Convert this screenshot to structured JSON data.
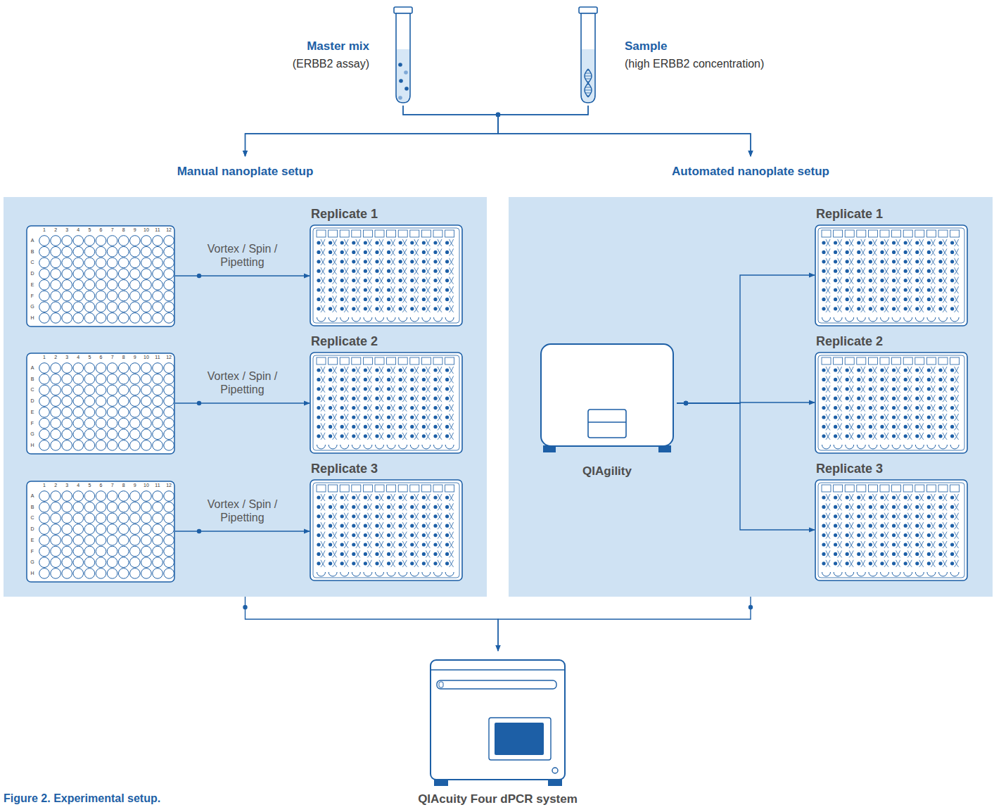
{
  "diagram": {
    "caption": "Figure 2. Experimental setup.",
    "nodes": [
      {
        "text": [
          "Master mix",
          "(ERBB2 assay)"
        ]
      },
      {
        "text": [
          "Sample",
          "(high ERBB2 concentration)"
        ]
      },
      {
        "text": [
          "Manual nanoplate setup"
        ]
      },
      {
        "text": [
          "1",
          "2",
          "3",
          "4",
          "5",
          "6",
          "7",
          "8",
          "9",
          "10",
          "11",
          "12",
          "A",
          "B",
          "C",
          "D",
          "E",
          "F",
          "G",
          "H"
        ],
        "in": 2
      },
      {
        "text": [
          "Replicate 1"
        ],
        "in": 2
      },
      {
        "text": [
          "1",
          "2",
          "3",
          "4",
          "5",
          "6",
          "7",
          "8",
          "9",
          "10",
          "11",
          "12",
          "A",
          "B",
          "C",
          "D",
          "E",
          "F",
          "G",
          "H"
        ],
        "in": 2
      },
      {
        "text": [
          "Replicate 2"
        ],
        "in": 2
      },
      {
        "text": [
          "1",
          "2",
          "3",
          "4",
          "5",
          "6",
          "7",
          "8",
          "9",
          "10",
          "11",
          "12",
          "A",
          "B",
          "C",
          "D",
          "E",
          "F",
          "G",
          "H"
        ],
        "in": 2
      },
      {
        "text": [
          "Replicate 3"
        ],
        "in": 2
      },
      {
        "text": [
          "Automated nanoplate setup"
        ]
      },
      {
        "text": [
          "QIAgility"
        ],
        "in": 9
      },
      {
        "text": [
          "Replicate 1"
        ],
        "in": 9
      },
      {
        "text": [
          "Replicate 2"
        ],
        "in": 9
      },
      {
        "text": [
          "Replicate 3"
        ],
        "in": 9
      },
      {
        "text": [
          "QIAcuity Four dPCR system"
        ]
      }
    ],
    "edges": [
      {
        "from": 0,
        "to": 2,
        "arrow": "to"
      },
      {
        "from": 0,
        "to": 9,
        "arrow": "to"
      },
      {
        "from": 1,
        "to": 2,
        "arrow": "to"
      },
      {
        "from": 1,
        "to": 9,
        "arrow": "to"
      },
      {
        "from": 3,
        "to": 4,
        "label": "Vortex / Spin / Pipetting",
        "arrow": "to"
      },
      {
        "from": 5,
        "to": 6,
        "label": "Vortex / Spin / Pipetting",
        "arrow": "to"
      },
      {
        "from": 7,
        "to": 8,
        "label": "Vortex / Spin / Pipetting",
        "arrow": "to"
      },
      {
        "from": 10,
        "to": 11,
        "arrow": "to"
      },
      {
        "from": 10,
        "to": 12,
        "arrow": "to"
      },
      {
        "from": 10,
        "to": 13,
        "arrow": "to"
      },
      {
        "from": 2,
        "to": 14,
        "arrow": "to"
      },
      {
        "from": 9,
        "to": 14,
        "arrow": "to"
      }
    ]
  }
}
